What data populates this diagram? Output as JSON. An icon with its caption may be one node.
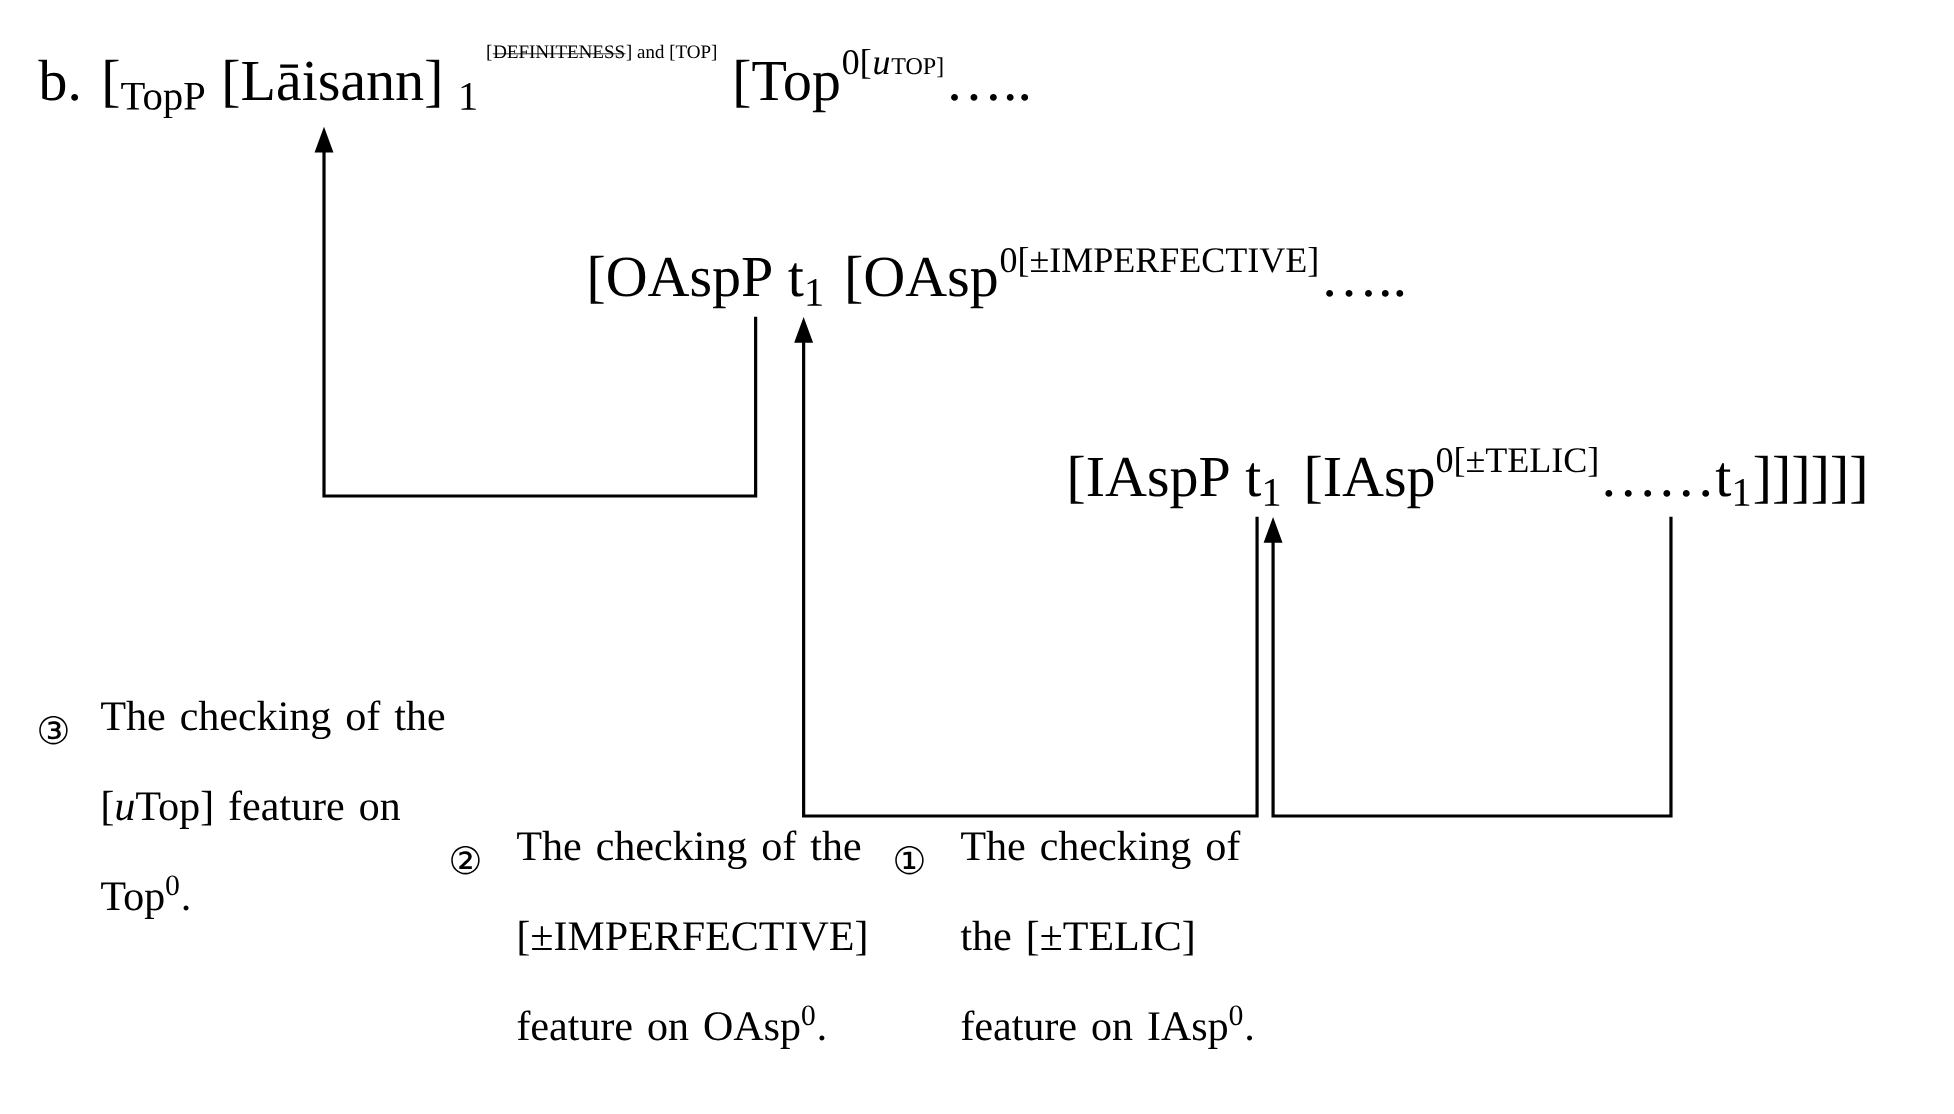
{
  "diagram": {
    "nodes": [
      {
        "text": [
          "b. [$_{TopP}$ [Lāisann] $_{1}$"
        ]
      },
      {
        "text": [
          "[OAspP t$_{1}$"
        ]
      },
      {
        "text": [
          "[IAspP t$_{1}$"
        ]
      },
      {
        "text": [
          "[IAsp",
          "0[±TELIC]",
          "……t$_{1}$]]]]]]"
        ]
      }
    ],
    "edges": [
      {
        "from": 1,
        "to": 0,
        "arrow": "to"
      },
      {
        "from": 2,
        "to": 1,
        "arrow": "to"
      },
      {
        "from": 3,
        "to": 2,
        "arrow": "to"
      }
    ],
    "labels": [
      "[",
      "DEFINITENESS",
      "] and [TOP]",
      "[Top",
      "0[",
      "u",
      "TOP]",
      "…..",
      "[OAsp",
      "0[±IMPERFECTIVE]",
      "…..",
      "③",
      "The checking of the [",
      "u",
      "Top] feature on Top$^{0}$.",
      "②",
      "The checking of the [±IMPERFECTIVE] feature on OAsp$^{0}$.",
      "①",
      "The checking of the [±TELIC] feature on IAsp$^{0}$."
    ]
  }
}
